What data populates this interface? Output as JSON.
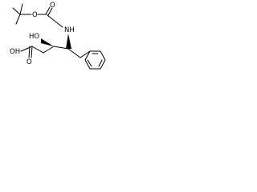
{
  "structure": {
    "labels": {
      "oxygen_carbonyl": "O",
      "oxygen_ester": "O",
      "nitrogen": "NH",
      "hydroxyl": "HO",
      "carboxyl_oxygen": "O",
      "carboxyl_hydroxyl": "OH"
    },
    "colors": {
      "ink": "#000000",
      "background": "#ffffff"
    }
  }
}
